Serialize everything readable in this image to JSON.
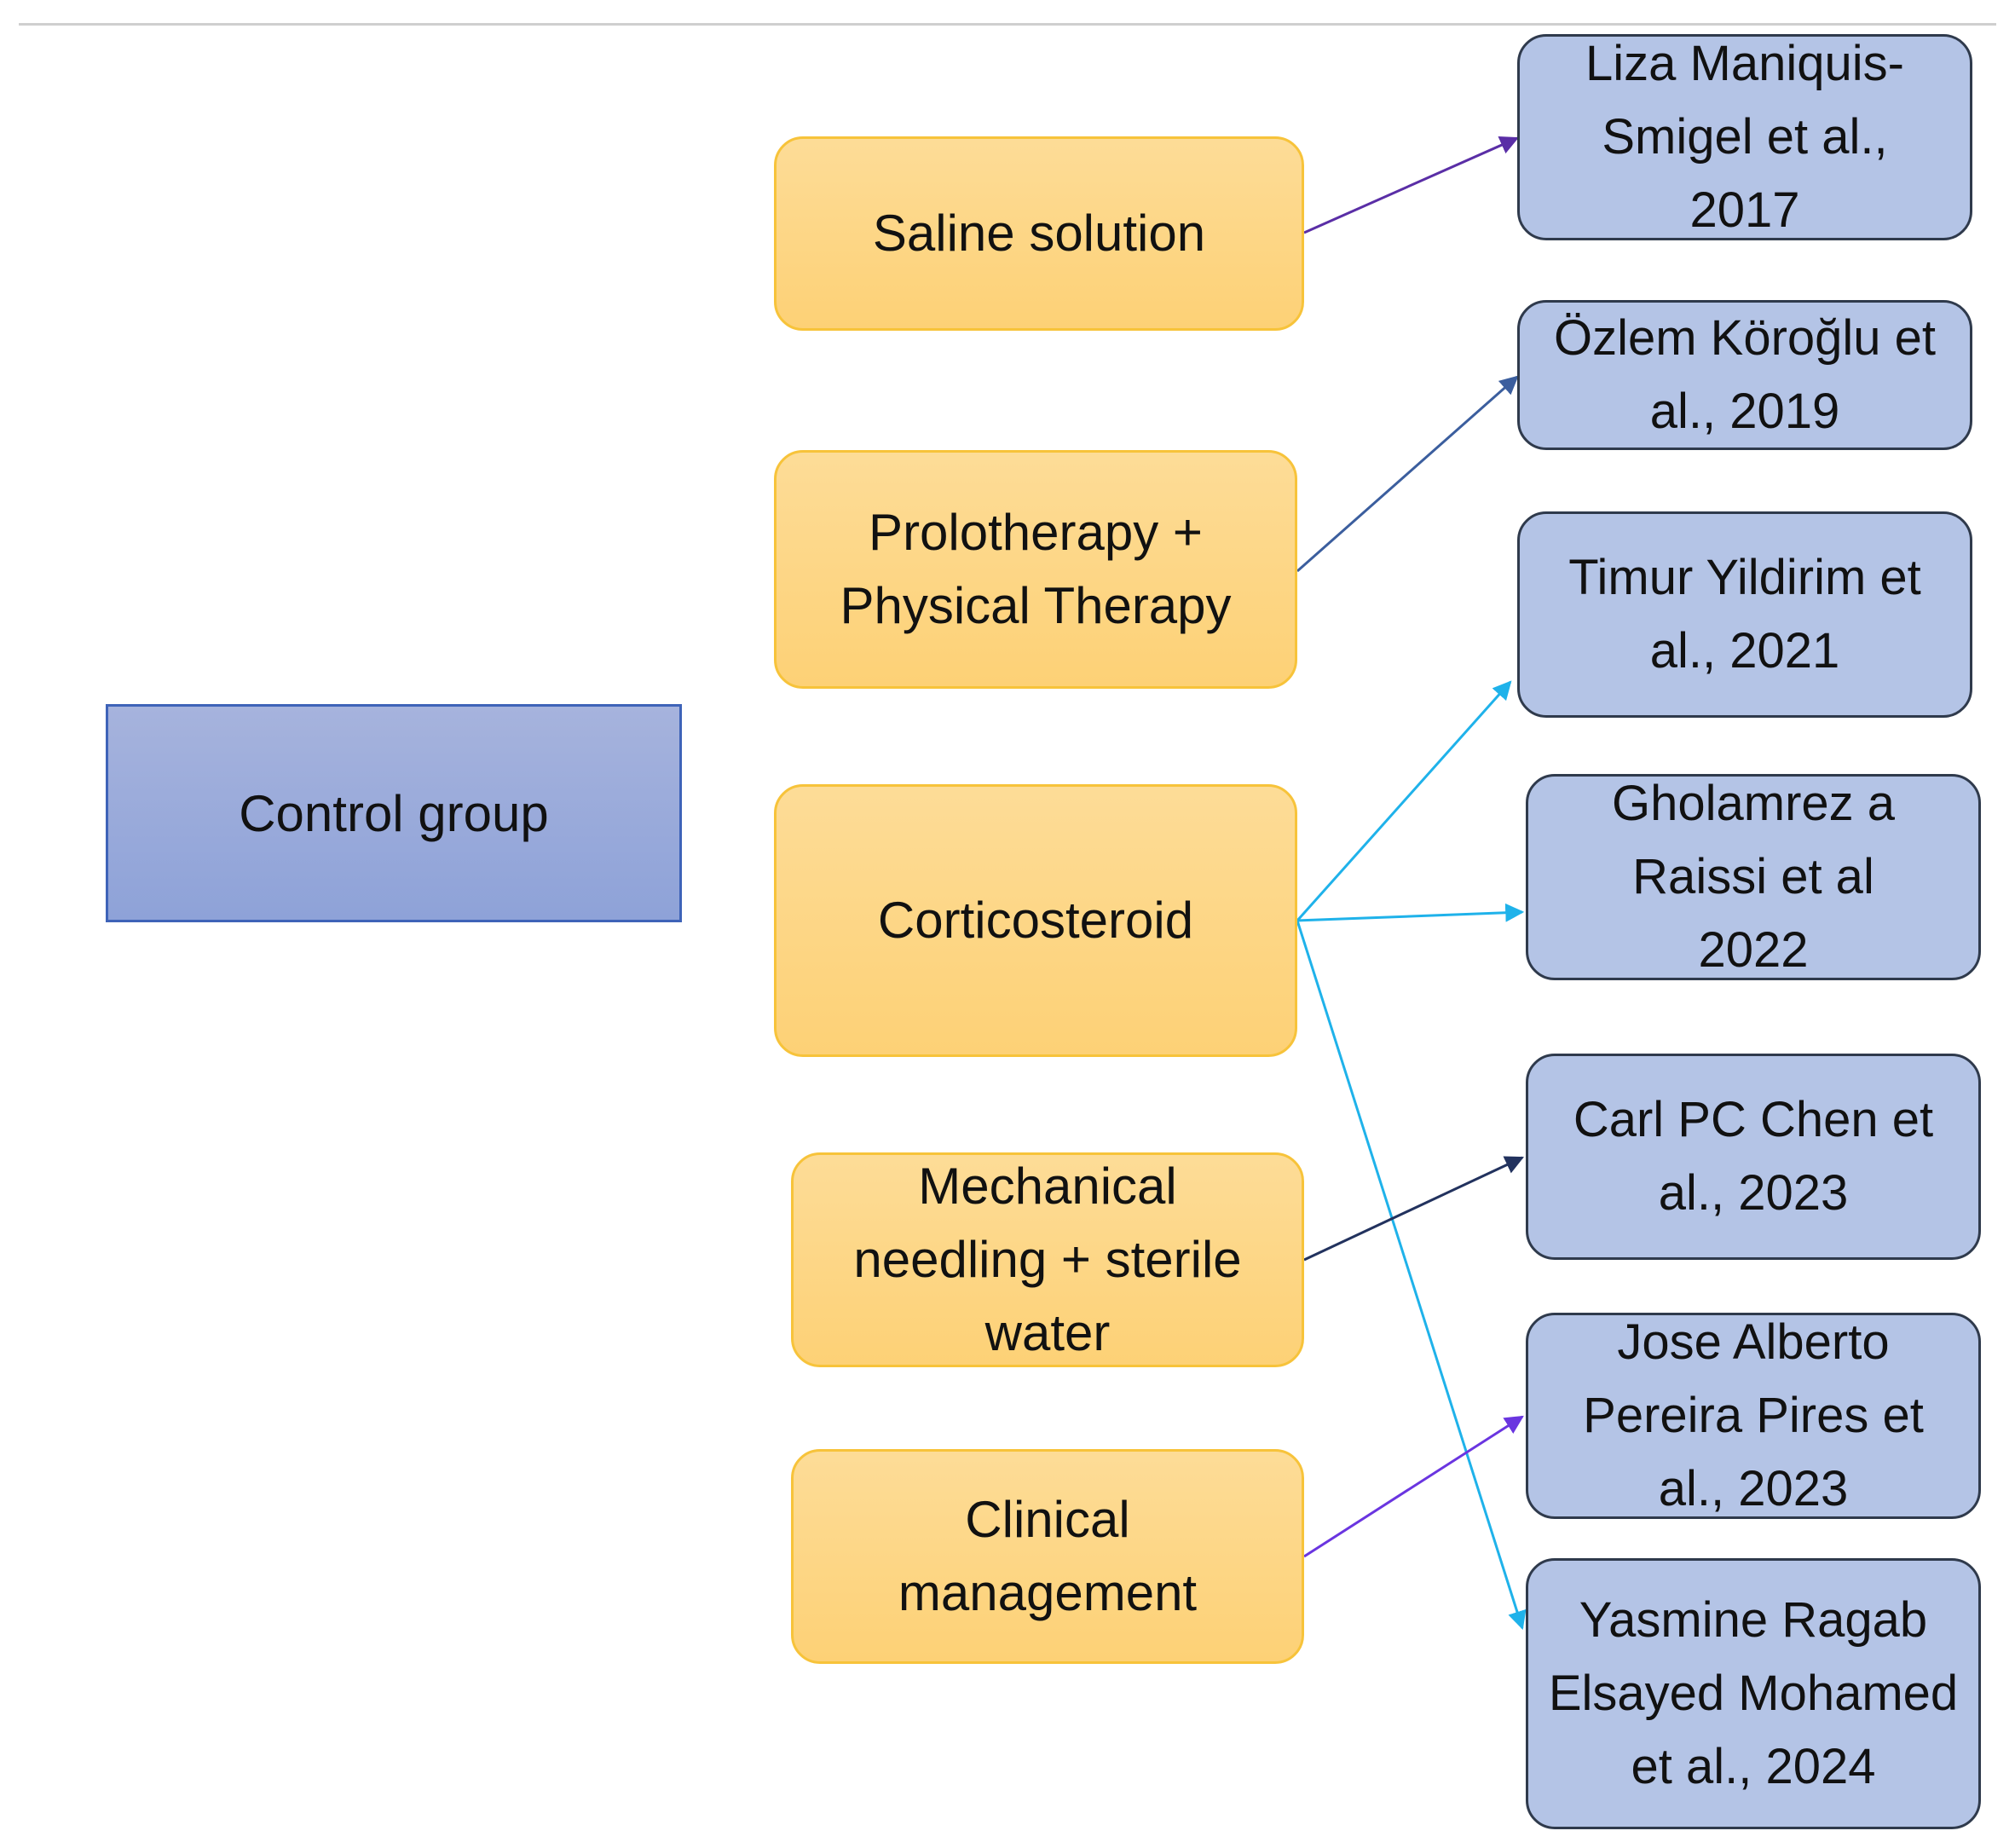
{
  "root": {
    "label": "Control group"
  },
  "treatments": [
    {
      "label": "Saline solution"
    },
    {
      "label": "Prolotherapy + Physical Therapy"
    },
    {
      "label": "Corticosteroid"
    },
    {
      "label": "Mechanical needling + sterile water"
    },
    {
      "label": "Clinical management"
    }
  ],
  "studies": [
    {
      "label": "Liza Maniquis-Smigel et al., 2017"
    },
    {
      "label": "Özlem Köroğlu et al., 2019"
    },
    {
      "label": "Timur Yildirim et al., 2021"
    },
    {
      "label": "Gholamrez a Raissi et al 2022"
    },
    {
      "label": "Carl PC Chen et al., 2023"
    },
    {
      "label": "Jose Alberto Pereira Pires et al., 2023"
    },
    {
      "label": "Yasmine Ragab Elsayed Mohamed et al., 2024"
    }
  ],
  "links": [
    {
      "from": "Saline solution",
      "to": "Liza Maniquis-Smigel et al., 2017",
      "color": "#5a2ea6"
    },
    {
      "from": "Prolotherapy + Physical Therapy",
      "to": "Özlem Köroğlu et al., 2019",
      "color": "#3b5e9e"
    },
    {
      "from": "Corticosteroid",
      "to": "Timur Yildirim et al., 2021",
      "color": "#1fb2ea"
    },
    {
      "from": "Corticosteroid",
      "to": "Gholamrez a Raissi et al 2022",
      "color": "#1fb2ea"
    },
    {
      "from": "Corticosteroid",
      "to": "Yasmine Ragab Elsayed Mohamed et al., 2024",
      "color": "#1fb2ea"
    },
    {
      "from": "Mechanical needling + sterile water",
      "to": "Carl PC Chen et al., 2023",
      "color": "#22325e"
    },
    {
      "from": "Clinical management",
      "to": "Jose Alberto Pereira Pires et al., 2023",
      "color": "#6a35e0"
    }
  ]
}
